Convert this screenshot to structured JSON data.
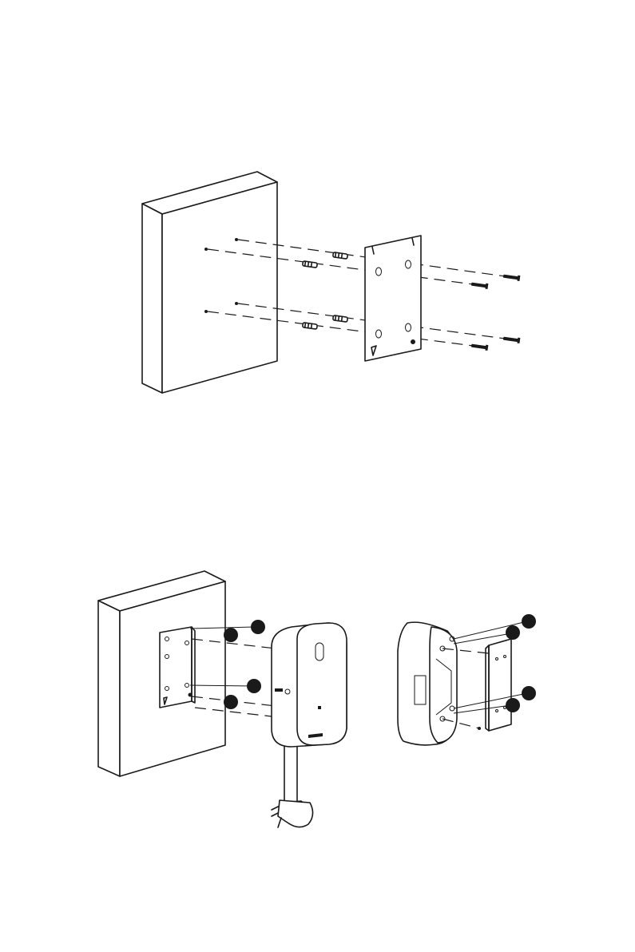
{
  "figures": [
    {
      "id": "step-drill-and-anchor",
      "parts": [
        "wall",
        "mounting-plate",
        "wall-anchors",
        "screws"
      ]
    },
    {
      "id": "step-mount-charger",
      "parts": [
        "wall",
        "mounting-plate",
        "charger-unit",
        "charging-cable",
        "plug"
      ]
    }
  ],
  "callouts": {
    "count_left": 4,
    "count_right": 4
  },
  "colors": {
    "line": "#1a1a1a",
    "background": "#ffffff"
  }
}
